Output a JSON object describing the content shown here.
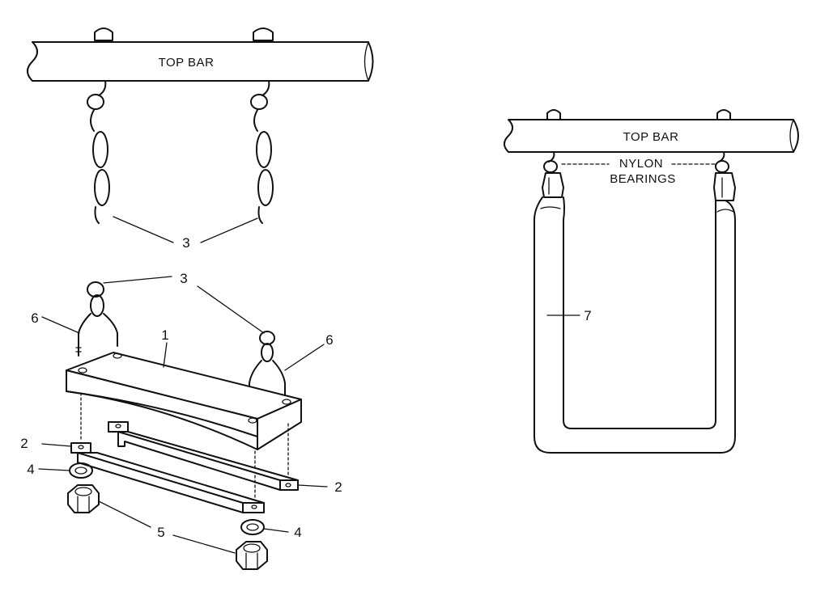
{
  "left_figure": {
    "top_bar_label": "TOP BAR",
    "callouts": {
      "chain_upper": "3",
      "chain_lower": "3",
      "seat": "1",
      "hook_left": "6",
      "hook_right": "6",
      "strap_left": "2",
      "strap_right": "2",
      "washer_left": "4",
      "washer_right": "4",
      "nut": "5"
    }
  },
  "right_figure": {
    "top_bar_label": "TOP BAR",
    "bearings_label_line1": "NYLON",
    "bearings_label_line2": "BEARINGS",
    "trapeze_callout": "7"
  }
}
